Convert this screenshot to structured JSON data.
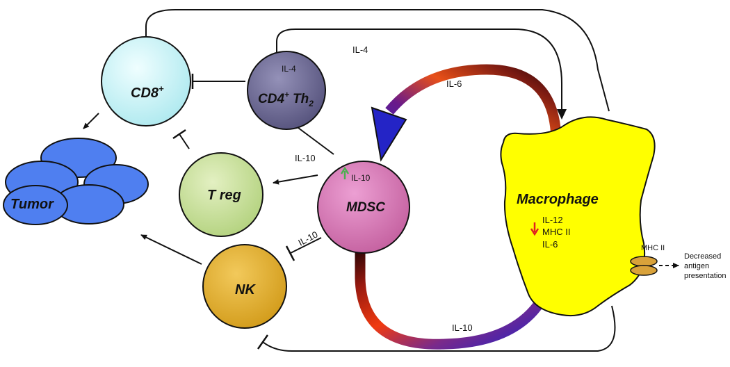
{
  "cells": {
    "cd8": {
      "label": "CD8",
      "superscript": "+"
    },
    "cd4": {
      "label": "CD4",
      "superscript": "+",
      "label_suffix": "Th",
      "subscript": "2",
      "internal_text": "IL-4"
    },
    "treg": {
      "label": "T reg"
    },
    "nk": {
      "label": "NK"
    },
    "mdsc": {
      "label": "MDSC",
      "internal_text": "IL-10"
    },
    "tumor": {
      "label": "Tumor"
    },
    "macrophage": {
      "label": "Macrophage",
      "items": [
        "IL-12",
        "MHC II",
        "IL-6"
      ]
    }
  },
  "mhc_label": "MHC II",
  "antigen_text": [
    "Decreased",
    "antigen",
    "presentation"
  ],
  "edge_labels": {
    "il4_top": "IL-4",
    "il6_cycle": "IL-6",
    "il10_treg": "IL-10",
    "il10_nk": "IL-10",
    "il10_cycle": "IL-10"
  },
  "colors": {
    "cd8": "#c8f8fb",
    "cd4": "#77739f",
    "treg": "#cde3a0",
    "nk": "#e9b72f",
    "mdsc": "#df7fbf",
    "tumor": "#4f7ff0",
    "macrophage": "#ffff00",
    "mhc": "#d9a23a",
    "arrow_up": "#4caf50",
    "arrow_down": "#e02020",
    "cycle_blue": "#2020c0",
    "cycle_red": "#e03010",
    "cycle_dark": "#3a0808"
  }
}
